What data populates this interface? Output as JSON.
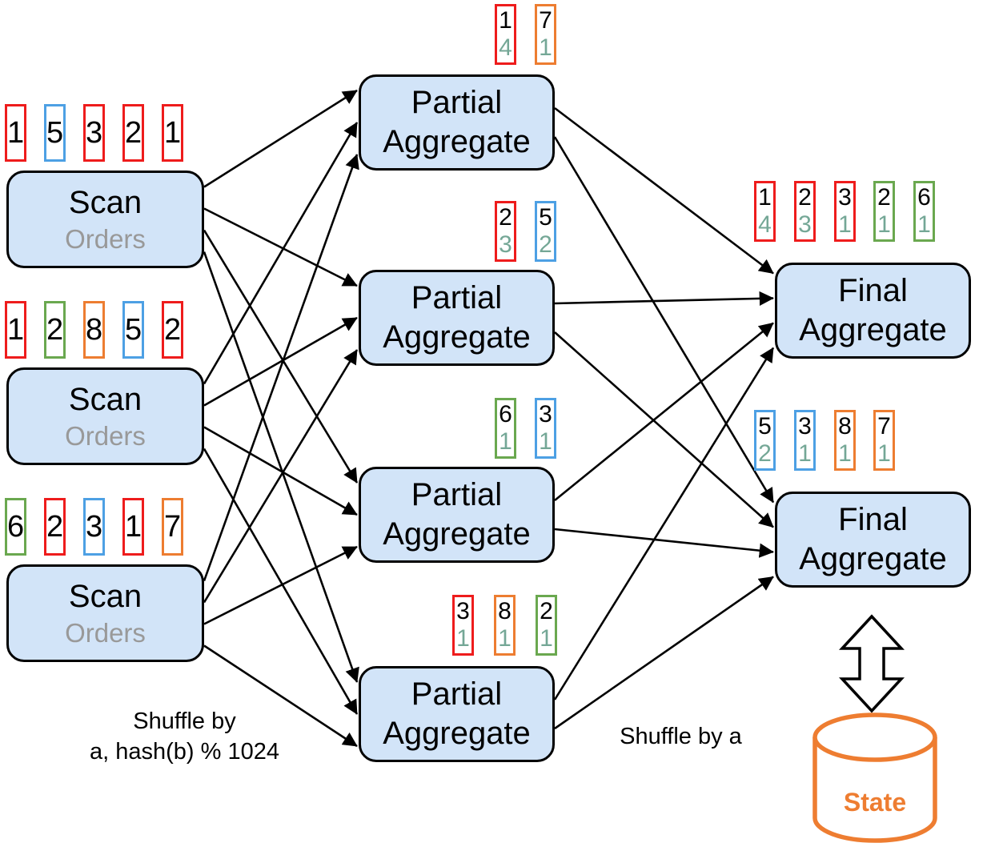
{
  "palette": {
    "red": "#ee1c1c",
    "blue": "#4da0e4",
    "green": "#6aa84f",
    "orange": "#ed7d31",
    "teal": "#74a796",
    "node_fill": "#d2e4f8",
    "node_border": "#000000",
    "arrow": "#000000",
    "subtitle_gray": "#999999",
    "state_orange": "#ee7d31"
  },
  "labels": {
    "shuffle_left": [
      "Shuffle by",
      "a, hash(b) % 1024"
    ],
    "shuffle_right": "Shuffle by a",
    "state": "State"
  },
  "nodes": {
    "scans": [
      {
        "title": "Scan",
        "subtitle": "Orders",
        "tokens": [
          {
            "key": "1",
            "color": "red"
          },
          {
            "key": "5",
            "color": "blue"
          },
          {
            "key": "3",
            "color": "red"
          },
          {
            "key": "2",
            "color": "red"
          },
          {
            "key": "1",
            "color": "red"
          }
        ]
      },
      {
        "title": "Scan",
        "subtitle": "Orders",
        "tokens": [
          {
            "key": "1",
            "color": "red"
          },
          {
            "key": "2",
            "color": "green"
          },
          {
            "key": "8",
            "color": "orange"
          },
          {
            "key": "5",
            "color": "blue"
          },
          {
            "key": "2",
            "color": "red"
          }
        ]
      },
      {
        "title": "Scan",
        "subtitle": "Orders",
        "tokens": [
          {
            "key": "6",
            "color": "green"
          },
          {
            "key": "2",
            "color": "red"
          },
          {
            "key": "3",
            "color": "blue"
          },
          {
            "key": "1",
            "color": "red"
          },
          {
            "key": "7",
            "color": "orange"
          }
        ]
      }
    ],
    "partial_aggregates": [
      {
        "line1": "Partial",
        "line2": "Aggregate",
        "tokens": [
          {
            "key": "1",
            "count": "4",
            "color": "red"
          },
          {
            "key": "7",
            "count": "1",
            "color": "orange"
          }
        ]
      },
      {
        "line1": "Partial",
        "line2": "Aggregate",
        "tokens": [
          {
            "key": "2",
            "count": "3",
            "color": "red"
          },
          {
            "key": "5",
            "count": "2",
            "color": "blue"
          }
        ]
      },
      {
        "line1": "Partial",
        "line2": "Aggregate",
        "tokens": [
          {
            "key": "6",
            "count": "1",
            "color": "green"
          },
          {
            "key": "3",
            "count": "1",
            "color": "blue"
          }
        ]
      },
      {
        "line1": "Partial",
        "line2": "Aggregate",
        "tokens": [
          {
            "key": "3",
            "count": "1",
            "color": "red"
          },
          {
            "key": "8",
            "count": "1",
            "color": "orange"
          },
          {
            "key": "2",
            "count": "1",
            "color": "green"
          }
        ]
      }
    ],
    "final_aggregates": [
      {
        "line1": "Final",
        "line2": "Aggregate",
        "tokens": [
          {
            "key": "1",
            "count": "4",
            "color": "red"
          },
          {
            "key": "2",
            "count": "3",
            "color": "red"
          },
          {
            "key": "3",
            "count": "1",
            "color": "red"
          },
          {
            "key": "2",
            "count": "1",
            "color": "green"
          },
          {
            "key": "6",
            "count": "1",
            "color": "green"
          }
        ]
      },
      {
        "line1": "Final",
        "line2": "Aggregate",
        "tokens": [
          {
            "key": "5",
            "count": "2",
            "color": "blue"
          },
          {
            "key": "3",
            "count": "1",
            "color": "blue"
          },
          {
            "key": "8",
            "count": "1",
            "color": "orange"
          },
          {
            "key": "7",
            "count": "1",
            "color": "orange"
          }
        ]
      }
    ]
  },
  "edges": {
    "scan_to_partial": "every scan connects to every partial aggregate",
    "partial_to_final": "every partial aggregate connects to every final aggregate",
    "final_to_state": "bidirectional arrow between final aggregate and state store"
  }
}
